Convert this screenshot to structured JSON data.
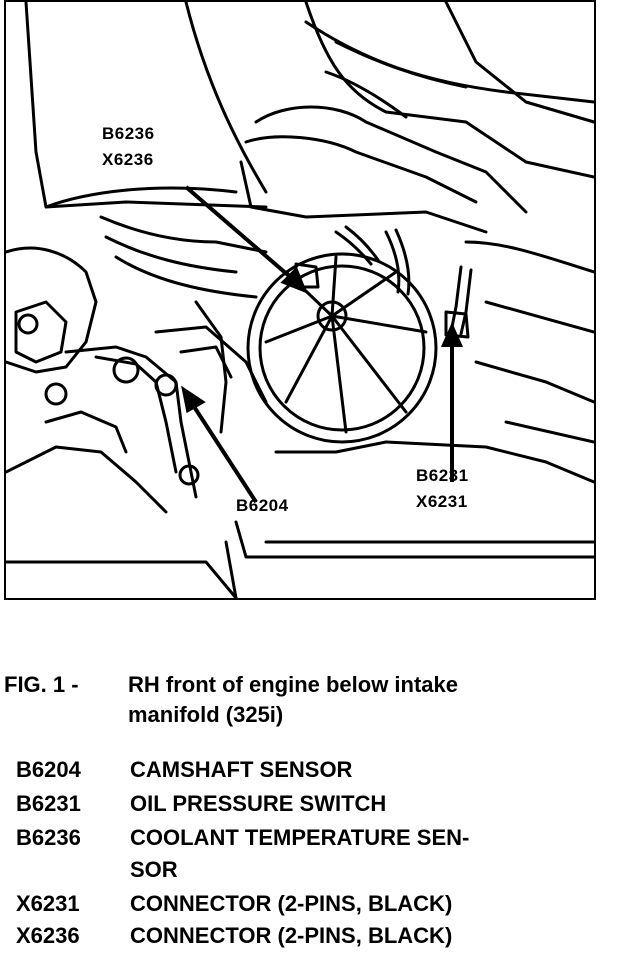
{
  "callouts": {
    "b6236": "B6236",
    "x6236": "X6236",
    "b6204": "B6204",
    "b6231": "B6231",
    "x6231": "X6231"
  },
  "caption": {
    "label": "FIG. 1 -",
    "text_line1": "RH front of engine below intake",
    "text_line2": "manifold (325i)"
  },
  "legend": [
    {
      "code": "B6204",
      "desc": "CAMSHAFT SENSOR"
    },
    {
      "code": "B6231",
      "desc": "OIL PRESSURE SWITCH"
    },
    {
      "code": "B6236",
      "desc": "COOLANT TEMPERATURE SEN-",
      "desc2": "SOR"
    },
    {
      "code": "X6231",
      "desc": "CONNECTOR (2-PINS, BLACK)"
    },
    {
      "code": "X6236",
      "desc": "CONNECTOR (2-PINS, BLACK)"
    }
  ]
}
